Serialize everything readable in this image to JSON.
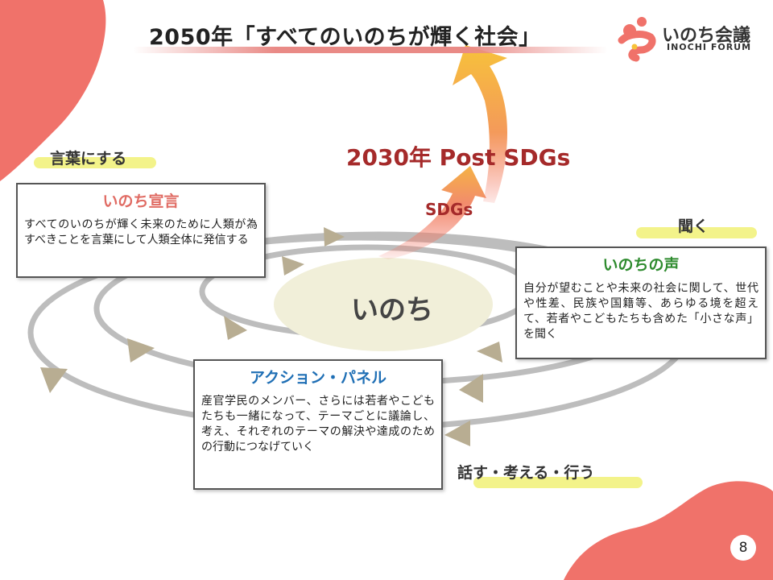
{
  "title": "2050年「すべてのいのちが輝く社会」",
  "logo": {
    "ja": "いのち会議",
    "en": "INOCHI FORUM"
  },
  "labels": {
    "kotoba": "言葉にする",
    "kiku": "聞く",
    "hanasu": "話す・考える・行う"
  },
  "arrow_labels": {
    "post_sdgs": "2030年 Post SDGs",
    "sdgs": "SDGs"
  },
  "center": "いのち",
  "boxes": {
    "sengen": {
      "title": "いのち宣言",
      "body": "すべてのいのちが輝く未来のために人類が為すべきことを言葉にして人類全体に発信する",
      "color": "#e06b63"
    },
    "koe": {
      "title": "いのちの声",
      "body": "自分が望むことや未来の社会に関して、世代や性差、民族や国籍等、あらゆる境を超えて、若者やこどもたちも含めた「小さな声」を聞く",
      "color": "#2e8b2e"
    },
    "panel": {
      "title": "アクション・パネル",
      "body": "産官学民のメンバー、さらには若者やこどもたちも一緒になって、テーマごとに議論し、考え、それぞれのテーマの解決や達成のための行動につなげていく",
      "color": "#1f6fb5"
    }
  },
  "page_number": "8",
  "colors": {
    "accent_coral": "#f0726a",
    "ring_gray": "#bdbdbd",
    "arrowhead": "#b8ad92",
    "center_fill": "#f1efd9",
    "highlight": "#f3f38a"
  }
}
